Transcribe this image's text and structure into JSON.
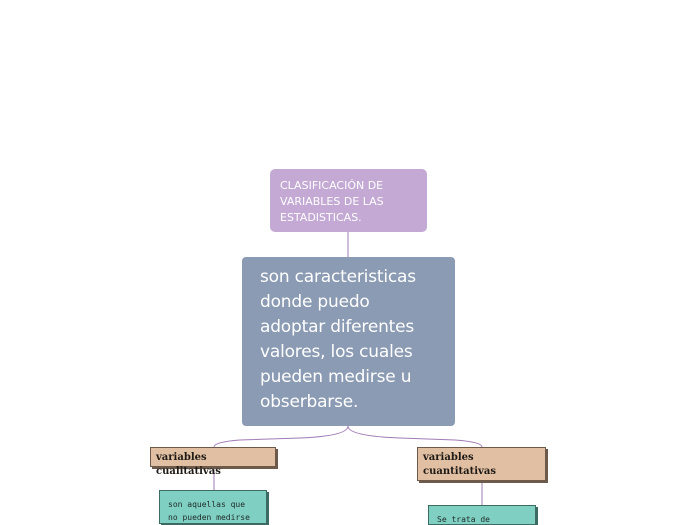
{
  "diagram": {
    "title": "CLASIFICACIÓN DE VARIABLES DE LAS ESTADISTICAS.",
    "definition": "son caracteristicas donde puedo adoptar diferentes valores, los cuales pueden medirse u obserbarse.",
    "left_branch": {
      "label": "variables cualitativas",
      "description": "son aquellas que no pueden medirse"
    },
    "right_branch": {
      "label": "variables cuantitativas",
      "description": "Se trata de"
    }
  },
  "colors": {
    "title_node": "#c3a9d4",
    "main_node": "#8b9bb3",
    "category_node": "#e0bfa2",
    "description_node": "#7fd0c2",
    "connector": "#a07bb5"
  }
}
